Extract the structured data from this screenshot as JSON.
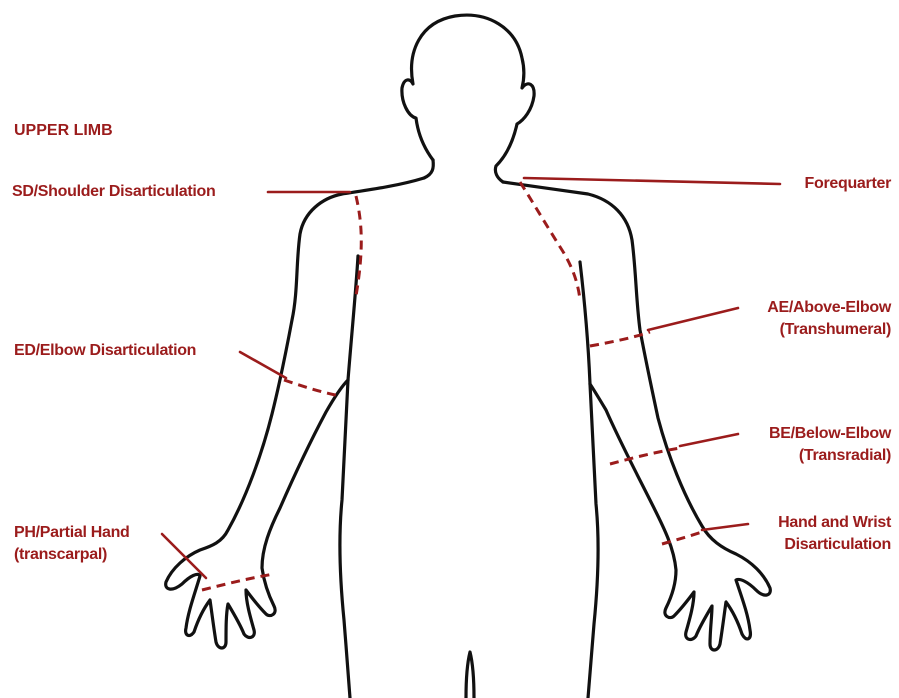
{
  "colors": {
    "label": "#9b1c1c",
    "outline": "#111111",
    "leader": "#9b1c1c"
  },
  "section_title": "UPPER LIMB",
  "amputation_levels": [
    {
      "id": "sd",
      "lines": [
        "SD/Shoulder Disarticulation"
      ]
    },
    {
      "id": "ed",
      "lines": [
        "ED/Elbow Disarticulation"
      ]
    },
    {
      "id": "ph",
      "lines": [
        "PH/Partial Hand",
        "(transcarpal)"
      ]
    },
    {
      "id": "fq",
      "lines": [
        "Forequarter"
      ]
    },
    {
      "id": "ae",
      "lines": [
        "AE/Above-Elbow",
        "(Transhumeral)"
      ]
    },
    {
      "id": "be",
      "lines": [
        "BE/Below-Elbow",
        "(Transradial)"
      ]
    },
    {
      "id": "hw",
      "lines": [
        "Hand and Wrist",
        "Disarticulation"
      ]
    }
  ]
}
